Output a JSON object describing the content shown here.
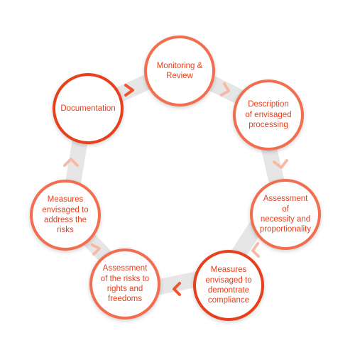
{
  "diagram": {
    "colors": {
      "ring": "#e6e6e6",
      "border_light": "#f26e4f",
      "border_dark": "#e8401c",
      "text": "#e8401c",
      "chevron_light": "#f7b9a6",
      "chevron_dark": "#f0542f"
    },
    "steps": [
      {
        "label": "Monitoring &\nReview"
      },
      {
        "label": "Description\nof envisaged\nprocessing"
      },
      {
        "label": "Assessment of\nnecessity and\nproportionality"
      },
      {
        "label": "Measures\nenvisaged to\ndemontrate\ncompliance"
      },
      {
        "label": "Assessment\nof the risks to\nrights and\nfreedoms"
      },
      {
        "label": "Measures\nenvisaged to\naddress the\nrisks"
      },
      {
        "label": "Documentation"
      }
    ]
  }
}
